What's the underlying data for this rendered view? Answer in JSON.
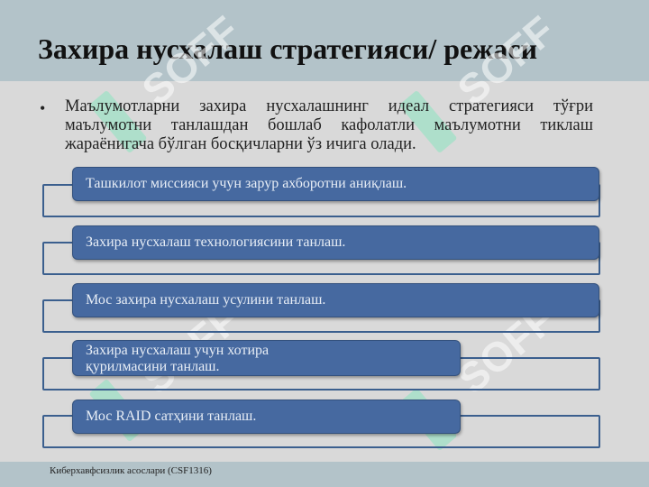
{
  "slide": {
    "title": "Захира нусхалаш стратегияси/ режаси",
    "bullet": "Маълумотларни захира нусхалашнинг идеал стратегияси тўғри маълумотни танлашдан бошлаб кафолатли маълумотни тиклаш жараёнигача бўлган босқичларни ўз ичига олади.",
    "steps": [
      "Ташкилот миссияси учун зарур ахборотни аниқлаш.",
      "Захира нусхалаш технологиясини танлаш.",
      "Мос захира нусхалаш усулини танлаш.",
      "Захира нусхалаш учун хотира қурилмасини  танлаш.",
      "Мос RAID сатҳини танлаш."
    ],
    "footer": "Киберхавфсизлик асослари (CSF1316)",
    "watermark_text": "SOFF"
  },
  "colors": {
    "title_band": "#b3c3c9",
    "step_fill": "#4669a0",
    "step_outline": "#3b5f8e",
    "watermark_mark": "#9fe0c6"
  }
}
